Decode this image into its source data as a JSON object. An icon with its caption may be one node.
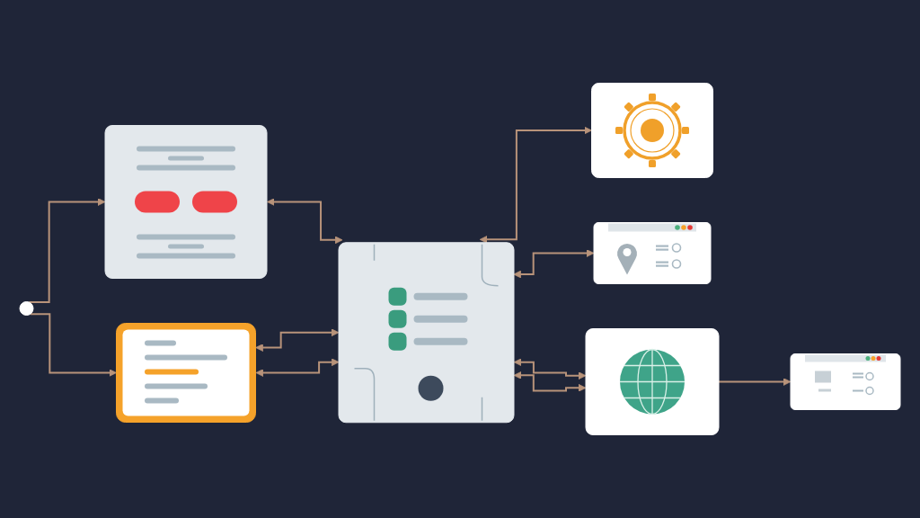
{
  "diagram": {
    "nodes": [
      {
        "text": [],
        "shape": "box"
      },
      {
        "text": [],
        "shape": "box"
      },
      {
        "text": [],
        "shape": "picture"
      },
      {
        "text": [],
        "shape": "circle"
      },
      {
        "text": [],
        "shape": "box"
      },
      {
        "text": [],
        "shape": "box"
      },
      {
        "text": [],
        "shape": "picture"
      },
      {
        "text": [],
        "shape": "box"
      }
    ],
    "edges": [
      {
        "from": 0,
        "to": 1,
        "arrow": "both"
      },
      {
        "from": 4,
        "to": 1,
        "arrow": "both"
      },
      {
        "from": 4,
        "to": 1,
        "arrow": "both"
      },
      {
        "from": 1,
        "to": 5,
        "arrow": "both"
      },
      {
        "from": 1,
        "to": 2,
        "arrow": "both"
      },
      {
        "from": 1,
        "to": 6,
        "arrow": "both"
      },
      {
        "from": 1,
        "to": 6,
        "arrow": "both"
      },
      {
        "from": 6,
        "to": 7,
        "arrow": "to"
      },
      {
        "from": 3,
        "to": 0,
        "arrow": "to"
      },
      {
        "from": 3,
        "to": 4,
        "arrow": "to"
      }
    ]
  }
}
